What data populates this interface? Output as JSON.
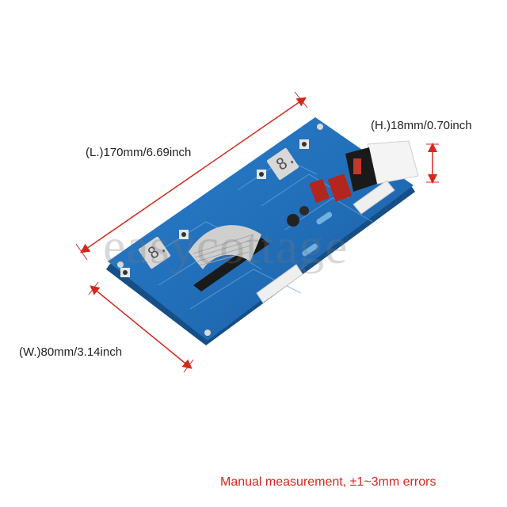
{
  "dimensions": {
    "length": "(L.)170mm/6.69inch",
    "height": "(H.)18mm/0.70inch",
    "width": "(W.)80mm/3.14inch"
  },
  "footnote": "Manual measurement,  ±1~3mm errors",
  "watermark": "easycottage",
  "colors": {
    "board": "#1f6fb8",
    "board_edge": "#17558f",
    "dimension_line": "#d4281c",
    "footnote": "#d4281c",
    "relay": "#f2f2f2",
    "capacitor": "#b3261e",
    "connector": "#efefef",
    "ribbon_cable": "#c9c9c9"
  },
  "digit_displays": [
    {
      "digit": "8."
    },
    {
      "digit": "8."
    }
  ]
}
